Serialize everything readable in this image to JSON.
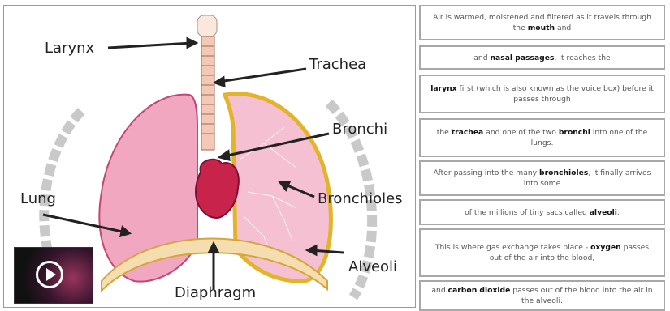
{
  "diagram": {
    "labels": {
      "larynx": "Larynx",
      "trachea": "Trachea",
      "bronchi": "Bronchi",
      "bronchioles": "Bronchioles",
      "lung": "Lung",
      "alveoli": "Alveoli",
      "diaphragm": "Diaphragm"
    }
  },
  "cards": [
    {
      "parts": [
        {
          "t": "Air is warmed, moistened and filtered as it travels through the "
        },
        {
          "t": "mouth",
          "b": true
        },
        {
          "t": " and"
        }
      ]
    },
    {
      "parts": [
        {
          "t": "and "
        },
        {
          "t": "nasal passages",
          "b": true
        },
        {
          "t": ". It reaches the"
        }
      ]
    },
    {
      "parts": [
        {
          "t": "larynx",
          "b": true
        },
        {
          "t": " first (which is also known as the voice box) before it passes through"
        }
      ]
    },
    {
      "parts": [
        {
          "t": "the "
        },
        {
          "t": "trachea",
          "b": true
        },
        {
          "t": " and one of the two "
        },
        {
          "t": "bronchi",
          "b": true
        },
        {
          "t": " into one of the lungs."
        }
      ]
    },
    {
      "parts": [
        {
          "t": "After passing into the many "
        },
        {
          "t": "bronchioles",
          "b": true
        },
        {
          "t": ", it finally arrives into some"
        }
      ]
    },
    {
      "parts": [
        {
          "t": "of the millions of tiny sacs called "
        },
        {
          "t": "alveoli",
          "b": true
        },
        {
          "t": "."
        }
      ]
    },
    {
      "parts": [
        {
          "t": "This is where gas exchange takes place - "
        },
        {
          "t": "oxygen",
          "b": true
        },
        {
          "t": " passes out of the air into the blood,"
        }
      ]
    },
    {
      "parts": [
        {
          "t": "and "
        },
        {
          "t": "carbon dioxide",
          "b": true
        },
        {
          "t": " passes out of the blood into the air in the alveoli."
        }
      ]
    }
  ],
  "video": {
    "icon": "play-icon"
  },
  "colors": {
    "lung": "#f2a7c1",
    "lung_right": "#f5c0d2",
    "border": "#e2b42a",
    "heart": "#c8234a",
    "trachea": "#f3c9b5",
    "diaphragm": "#f4deb0"
  }
}
